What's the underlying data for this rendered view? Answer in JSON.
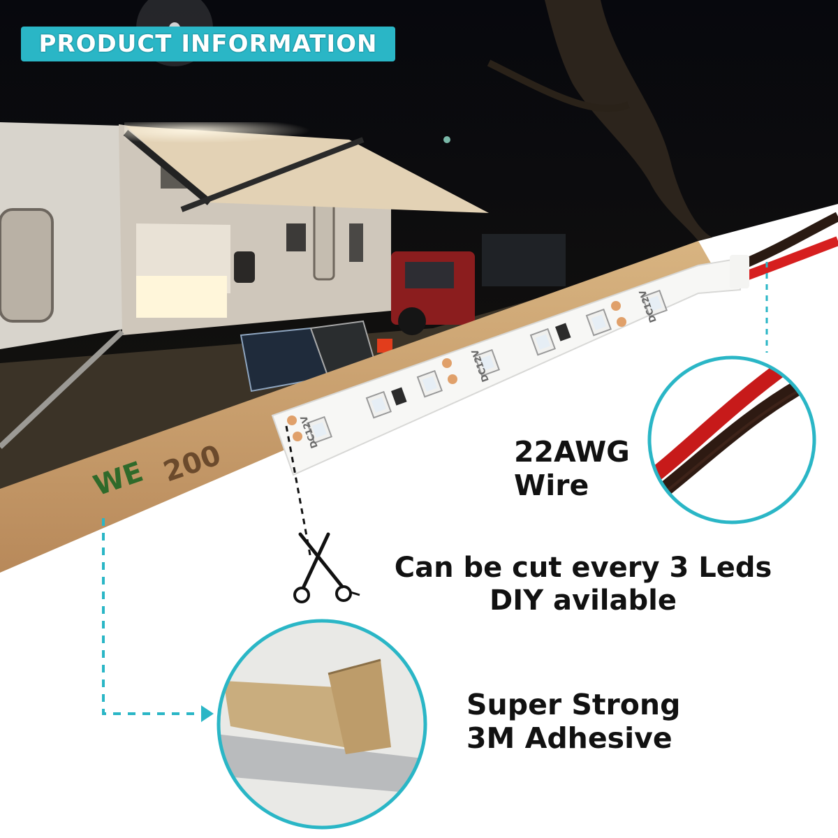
{
  "header": {
    "title": "PRODUCT INFORMATION"
  },
  "callouts": {
    "wire": {
      "line1": "22AWG",
      "line2": "Wire"
    },
    "cut": {
      "line1": "Can be cut every 3 Leds",
      "line2": "DIY avilable"
    },
    "adhesive": {
      "line1": "Super Strong",
      "line2": "3M Adhesive"
    }
  },
  "strip": {
    "voltage_mark": "DC12V",
    "tape_print": "WE 200"
  },
  "icons": [
    "scissors-icon"
  ],
  "colors": {
    "accent": "#2ab6c6",
    "wire_red": "#d61f1f",
    "wire_black": "#2a1a12",
    "tape": "#c9a06a",
    "night_sky": "#0b0c12"
  }
}
